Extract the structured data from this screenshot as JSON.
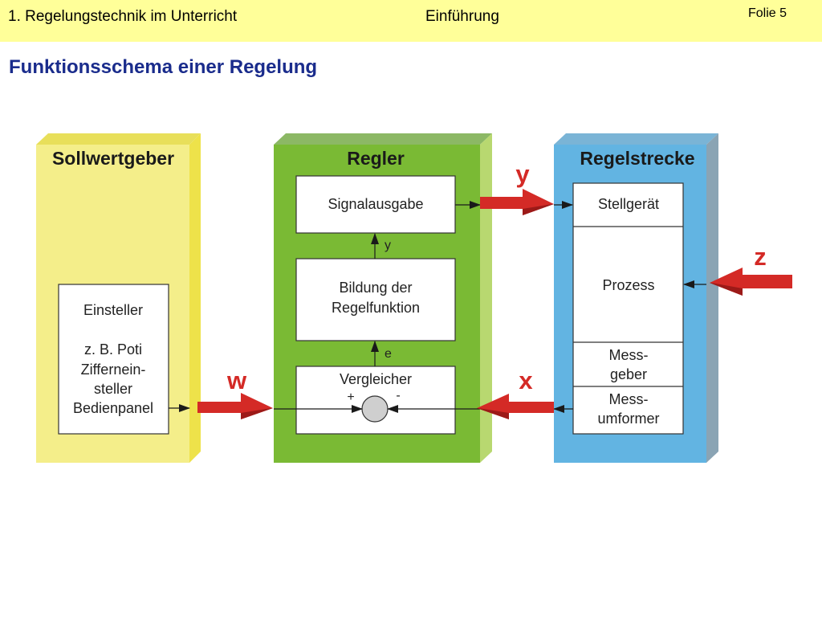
{
  "header": {
    "left": "1. Regelungstechnik im Unterricht",
    "center": "Einführung",
    "slide": "Folie 5"
  },
  "title": "Funktionsschema einer Regelung",
  "blocks": {
    "sollwertgeber": {
      "title": "Sollwertgeber",
      "box_lines": [
        "Einsteller",
        "z. B. Poti",
        "Ziffernein-",
        "steller",
        "Bedienpanel"
      ]
    },
    "regler": {
      "title": "Regler",
      "signalausgabe": "Signalausgabe",
      "bildung_line1": "Bildung der",
      "bildung_line2": "Regelfunktion",
      "vergleicher": "Vergleicher",
      "plus": "+",
      "minus": "-",
      "label_y": "y",
      "label_e": "e"
    },
    "regelstrecke": {
      "title": "Regelstrecke",
      "stellgeraet": "Stellgerät",
      "prozess": "Prozess",
      "messgeber_line1": "Mess-",
      "messgeber_line2": "geber",
      "messumformer_line1": "Mess-",
      "messumformer_line2": "umformer"
    }
  },
  "signals": {
    "w": "w",
    "y": "y",
    "x": "x",
    "z": "z"
  },
  "colors": {
    "header_bg": "#ffff99",
    "title": "#1a2c8c",
    "sollwert_front": "#f4ee8a",
    "sollwert_side": "#eee24a",
    "regler_front": "#7aba34",
    "regler_side": "#b8d870",
    "regler_top": "#8cb865",
    "strecke_front": "#62b4e2",
    "strecke_side": "#8aa4b4",
    "signal_red": "#d42a26"
  }
}
